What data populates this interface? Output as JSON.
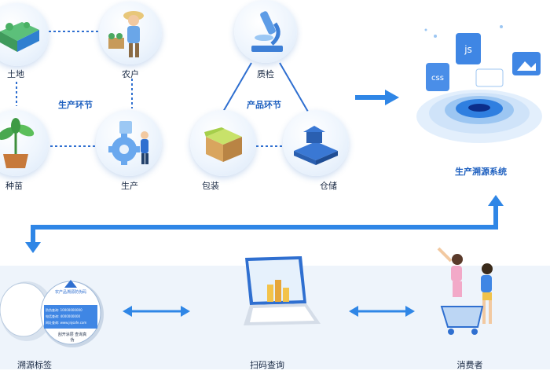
{
  "labels": {
    "land": "土地",
    "farmer": "农户",
    "production_link": "生产环节",
    "product_link": "产品环节",
    "seedling": "种苗",
    "processing": "生产",
    "inspection": "质检",
    "packaging": "包装",
    "storage": "仓储",
    "platform": "生产溯源系统",
    "labels_print": "溯源标签",
    "scan": "扫码查询",
    "consumer": "消费者"
  },
  "sticker": {
    "title": "农产品溯源防伪码",
    "line1": "防伪查询: 10000000000",
    "line2": "电话查询: 4000000000",
    "line3": "网址查询: www.jnjsafe.com",
    "bottom": "刮开涂层 查询真伪"
  },
  "colors": {
    "accent": "#2f86e6",
    "line": "#2f6fd0",
    "band": "#eef4fb"
  }
}
